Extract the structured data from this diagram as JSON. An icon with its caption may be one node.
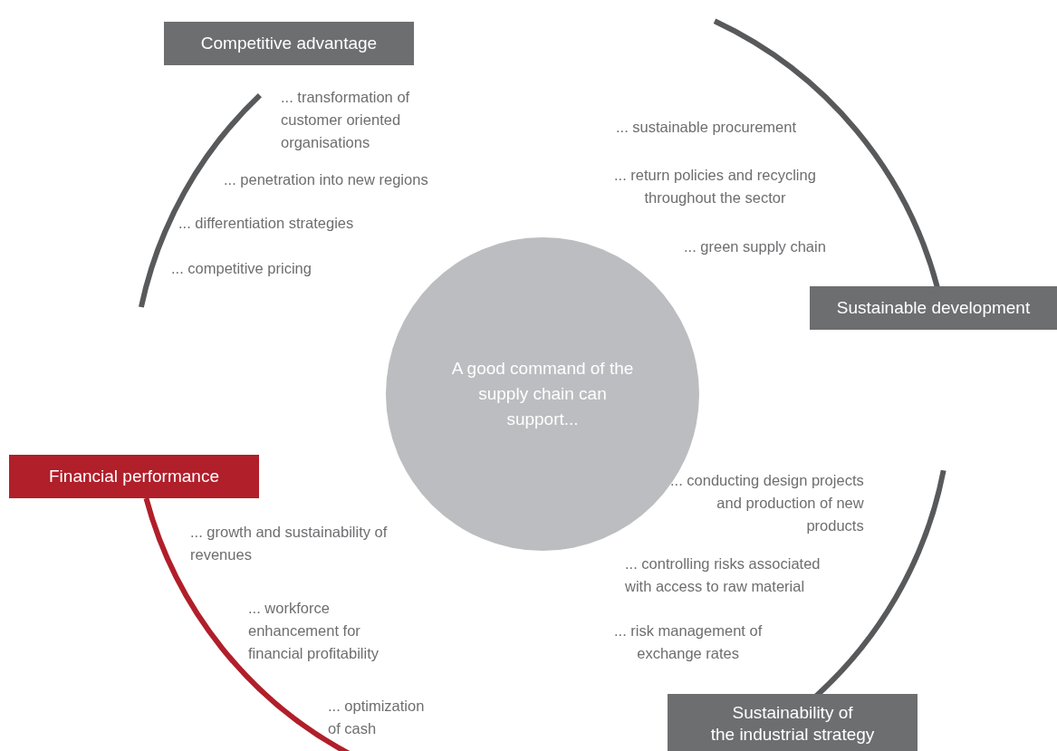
{
  "diagram": {
    "nodes": [
      {
        "text": [
          "Competitive  advantage"
        ]
      },
      {
        "text": [
          "Sustainable development"
        ]
      },
      {
        "text": [
          "A good command of the supply chain can support..."
        ]
      },
      {
        "text": [
          "Financial performance"
        ]
      },
      {
        "text": [
          "Sustainability of the industrial strategy"
        ]
      }
    ],
    "labels": [
      "... transformation of customer oriented organisations",
      "... penetration into new regions",
      "... differentiation strategies",
      "... competitive pricing",
      "... sustainable procurement",
      "... return policies and recycling throughout the sector",
      "... green supply chain",
      "... growth and sustainability of revenues",
      "... workforce enhancement for financial profitability",
      "... optimization of cash",
      "... conducting design projects and production of new products",
      "... controlling risks associated with access to raw material",
      "... risk management of exchange rates"
    ]
  }
}
